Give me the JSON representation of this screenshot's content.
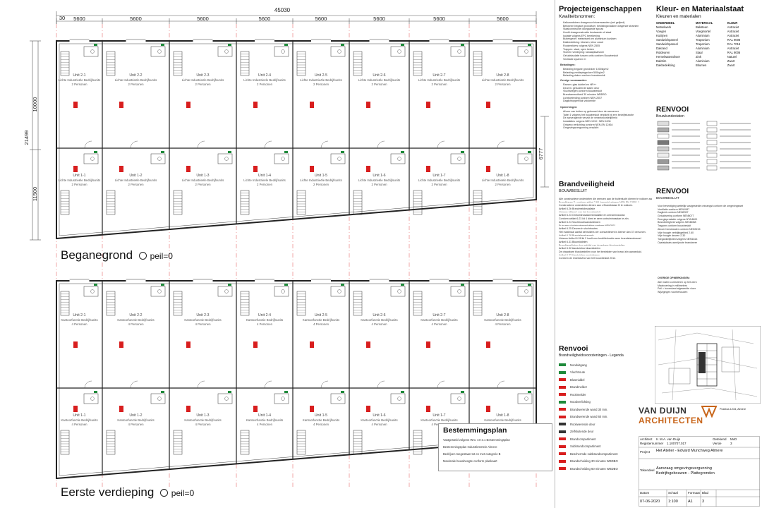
{
  "dimensions": {
    "top_total": "45030",
    "top_left": "30",
    "top_segments": [
      "5600",
      "5600",
      "5600",
      "5600",
      "5600",
      "5600",
      "5600",
      "5600"
    ],
    "left_total": "21499",
    "left_upper": "10000",
    "left_lower": "11500",
    "right_dim": "6777"
  },
  "floor_labels": {
    "ground": "Beganegrond",
    "first": "Eerste verdieping",
    "peil": "peil=0"
  },
  "ground_units": {
    "top_row": [
      "Unit 2-1",
      "Unit 2-2",
      "Unit 2-3",
      "Unit 2-4",
      "Unit 2-5",
      "Unit 2-6",
      "Unit 2-7",
      "Unit 2-8"
    ],
    "bottom_row": [
      "Unit 1-1",
      "Unit 1-2",
      "Unit 1-3",
      "Unit 1-4",
      "Unit 1-5",
      "Unit 1-6",
      "Unit 1-7",
      "Unit 1-8"
    ],
    "caption": "Lichte Industrieële Bedrijfsunits",
    "persons": "2 Personen"
  },
  "first_units": {
    "top_row": [
      "Unit 2-1",
      "Unit 2-2",
      "Unit 2-3",
      "Unit 2-4",
      "Unit 2-5",
      "Unit 2-6",
      "Unit 2-7",
      "Unit 2-8"
    ],
    "bottom_row": [
      "Unit 1-1",
      "Unit 1-2",
      "Unit 1-3",
      "Unit 1-4",
      "Unit 1-5",
      "Unit 1-6",
      "Unit 1-7",
      "Unit 1-8"
    ],
    "caption": "Kantoorfunctie Bedrijfsunits",
    "persons": "4 Personen"
  },
  "projecteigenschappen": {
    "title": "Projecteigenschappen",
    "subtitle": "Kwaliteitsnormen:",
    "lines": [
      "Kalkzandsteen draagmuur binnenwanden (wel gelijmd)",
      "Betonnen begane grondvloer, bekistingsvlakken dragende stramien",
      "Staalconstructie doorgaande spouw",
      "Hoofd draagconstructie bestaande uit staal",
      "Isolatie volgens EPC berekening",
      "Buitengevel: metselwerk en aluminium kozijnen",
      "Dakbedekking: bitumen, kleur zwart",
      "Rookmelders volgens NEN 2555",
      "Trappen: staal, open treden",
      "Vloeren verdieping: kanaalplaatvloer",
      "Geluidsisolatie tussen units conform Bouwbesluit",
      "Ventilatie systeem C"
    ],
    "extra_head": "Belastingen:",
    "extra_lines": [
      "Belasting begane grondvloer 1000kg/m2",
      "Belasting verdiepingsvloer 500kg/m2",
      "Belasting daken conform bouwbesluit"
    ],
    "overige_head": "Overige voorwaarden:",
    "overige_lines": [
      "Ramen: glas dubbel en HR++",
      "Deuren: geïsoleerde stalen deur",
      "Vluchtwegen conform Bouwbesluit",
      "Brandwerendheid 30 minuten WBDBO",
      "Lichttoetreding conform NEN 2057",
      "Daglichtoppervlak voldoende"
    ],
    "opm_head": "Opmerkingen:",
    "opm_lines": [
      "Afvoer van buiten op gebouwd door de aannemer",
      "Tabel 1 volgens het bouwbesluit verplicht bij een bedrijfsfunctie",
      "De aanvragende vervult de verantwoordelijkheid",
      "Installaties volgens NEN 1010 / NEN 1006",
      "Ontwerp verlichting conform NEN-EN 12464",
      "Omgevingsvergunning verplicht"
    ]
  },
  "kleur": {
    "title": "Kleur- en Materiaalstaat",
    "subtitle": "Kleuren en materialen",
    "headers": [
      "ONDERDEEL",
      "MATERIAAL",
      "KLEUR"
    ],
    "rows": [
      [
        "Metselwerk",
        "Baksteen",
        "Antraciet"
      ],
      [
        "Voegen",
        "Voegmortel",
        "Antraciet"
      ],
      [
        "Kozijnen",
        "Aluminium",
        "Antraciet"
      ],
      [
        "Sandwichpaneel",
        "Trapezium",
        "RAL 9006"
      ],
      [
        "Sandwichpaneel",
        "Trapezium",
        "RAL 7016"
      ],
      [
        "Dakrand",
        "Aluminium",
        "Antraciet"
      ],
      [
        "Roldeuren",
        "Staal",
        "RAL 9006"
      ],
      [
        "Hemelwaterafvoer",
        "Zink",
        "Naturel"
      ],
      [
        "Daktrim",
        "Aluminium",
        "Zwart"
      ],
      [
        "Dakbedekking",
        "Bitumen",
        "Zwart"
      ]
    ]
  },
  "renvooi_top": {
    "title": "RENVOOI",
    "subtitle": "Bouwkundestaten"
  },
  "brandveiligheid": {
    "title": "Brandveiligheid",
    "subtitle": "BOUWBESLUIT",
    "lines": [
      "Alle constructieve onderdelen die grenzen aan de buitenlucht dienen te voldoen aan",
      "Brandklasse D, conform artikel 2.68, bepaald volgens NEN-EN 13501-1.",
      "Constructieve onderdelen dienen aan c Brandklasse B te voldoen.",
      "Artikel 6.2b Brandmeldinstallatie",
      "Volgens bijlage I van het bouwbesluit",
      "Artikel 6.23 Ontruimingsalarminstallatie en ontruimingsplan",
      "Conform artikel 6.23 lid 4 dient er geen ontruimingsplan te zijn.",
      "Artikel 6.24 Vluchtrouteaanduidingen",
      "Er is een vluchtrouteaanduiding conform NEN3011",
      "Artikel 6.25 Deuren in vluchtroutes",
      "Het maximaal aantal gebruikers per compartiment is kleiner dan 37 personen.",
      "Artikel 6.28 Brandslanghaspels",
      "Volgens Artikel 6.28 lid 2 hoeft een bedrijfsfunctie geen brandslanghaspel",
      "Artikel 6.31 Blusmiddelen",
      "Brandbeveiliging door middel van draagbare blustoestellen",
      "Artikel 6.32 Aanduiding blusmiddelen",
      "De draagbare blustoestellen voor het bestrijden van brand zijn aangeduid.",
      "Artikel 6.33 Aanduiding nooduitgang",
      "Conform de regelgeving van het bouwbesluit 2012."
    ]
  },
  "renvooi_mid": {
    "title": "RENVOOI",
    "subtitle": "BOUWBESLUIT",
    "lines": [
      "Voor bevestiging wettelijk vastgestelde ontvangst conform de omgevingswet",
      "Ventilatie conform NEN1087",
      "Daglicht conform NEN2057",
      "Geluidwering conform NEN5077",
      "Energieprestatie volgens NTA 8800",
      "Brandveiligheid volgens NEN6068",
      "Trappen conform bouwbesluit",
      "Afvoer hemelwater conform NEN3215",
      "Vrije hoogte verblijfsgebied 2.60",
      "Vrije hoogte deuren 2.30",
      "Toegankelijkheid volgens NEN1814",
      "Opstelplaats aanrijroute brandweer"
    ],
    "overige_head": "OVERIGE OPMERKINGEN:",
    "overige_lines": [
      "Alle maten controleren op het werk",
      "Maatvoering in millimeters",
      "Peil = bovenkant afgewerkte vloer",
      "Wijzigingen voorbehouden"
    ]
  },
  "renvooi_bottom": {
    "title": "Renvooi",
    "subtitle": "Brandveiligheidsvoorzieningen - Legenda",
    "items": [
      "Nooduitgang",
      "Vluchtroute",
      "Blusmiddel",
      "Brandmelder",
      "Rookmelder",
      "Noodverlichting",
      "Brandwerende wand 30 min.",
      "Brandwerende wand 60 min.",
      "Rookwerende deur",
      "Zelfsluitende deur",
      "Brandcompartiment",
      "Subbrandcompartiment",
      "Beschermde subbrandcompartiment",
      "Brandscheiding 30 minuten WBDBO",
      "Brandscheiding 60 minuten WBDBO"
    ]
  },
  "bestemmingsplan": {
    "title": "Bestemmingsplan",
    "lines": [
      "Vastgesteld volgens Wro. Art 3.1 Bestemmingsplan",
      "Bestemmingsplan Industrieterrein Almere",
      "Bedrijven toegestaan tot en met categorie B",
      "Maximale bouwhoogte conform plankaart"
    ]
  },
  "logo": {
    "line1": "VAN DUIJN",
    "line2": "ARCHITECTEN",
    "address": "Postbus 1234, Almere"
  },
  "titleblock": {
    "architect_label": "Architect",
    "architect": "Ir. M.A. van Duijn",
    "register_label": "Registernummer",
    "register": "1.100707.017",
    "gekeurd_label": "Getekend",
    "gekeurd": "MvD",
    "versie_label": "Versie",
    "versie": "3",
    "project_label": "Project",
    "project": "Het Atelier - Edvard Munchweg Almere",
    "tekening_label": "Tekendeel",
    "tekening": "Aanvraag omgevingsvergunning",
    "tekening2": "Bedrijfsgebouwen - Plattegronden",
    "datum_label": "Datum",
    "schaal_label": "Schaal",
    "formaat_label": "Formaat",
    "blad_label": "Blad",
    "datum": "07-06-2020",
    "schaal": "1:100",
    "formaat": "A1",
    "blad": "3"
  },
  "colors": {
    "line": "#222222",
    "red": "#d81e1e",
    "green": "#1e8a3a",
    "orange": "#c8651a",
    "grey": "#888888"
  }
}
